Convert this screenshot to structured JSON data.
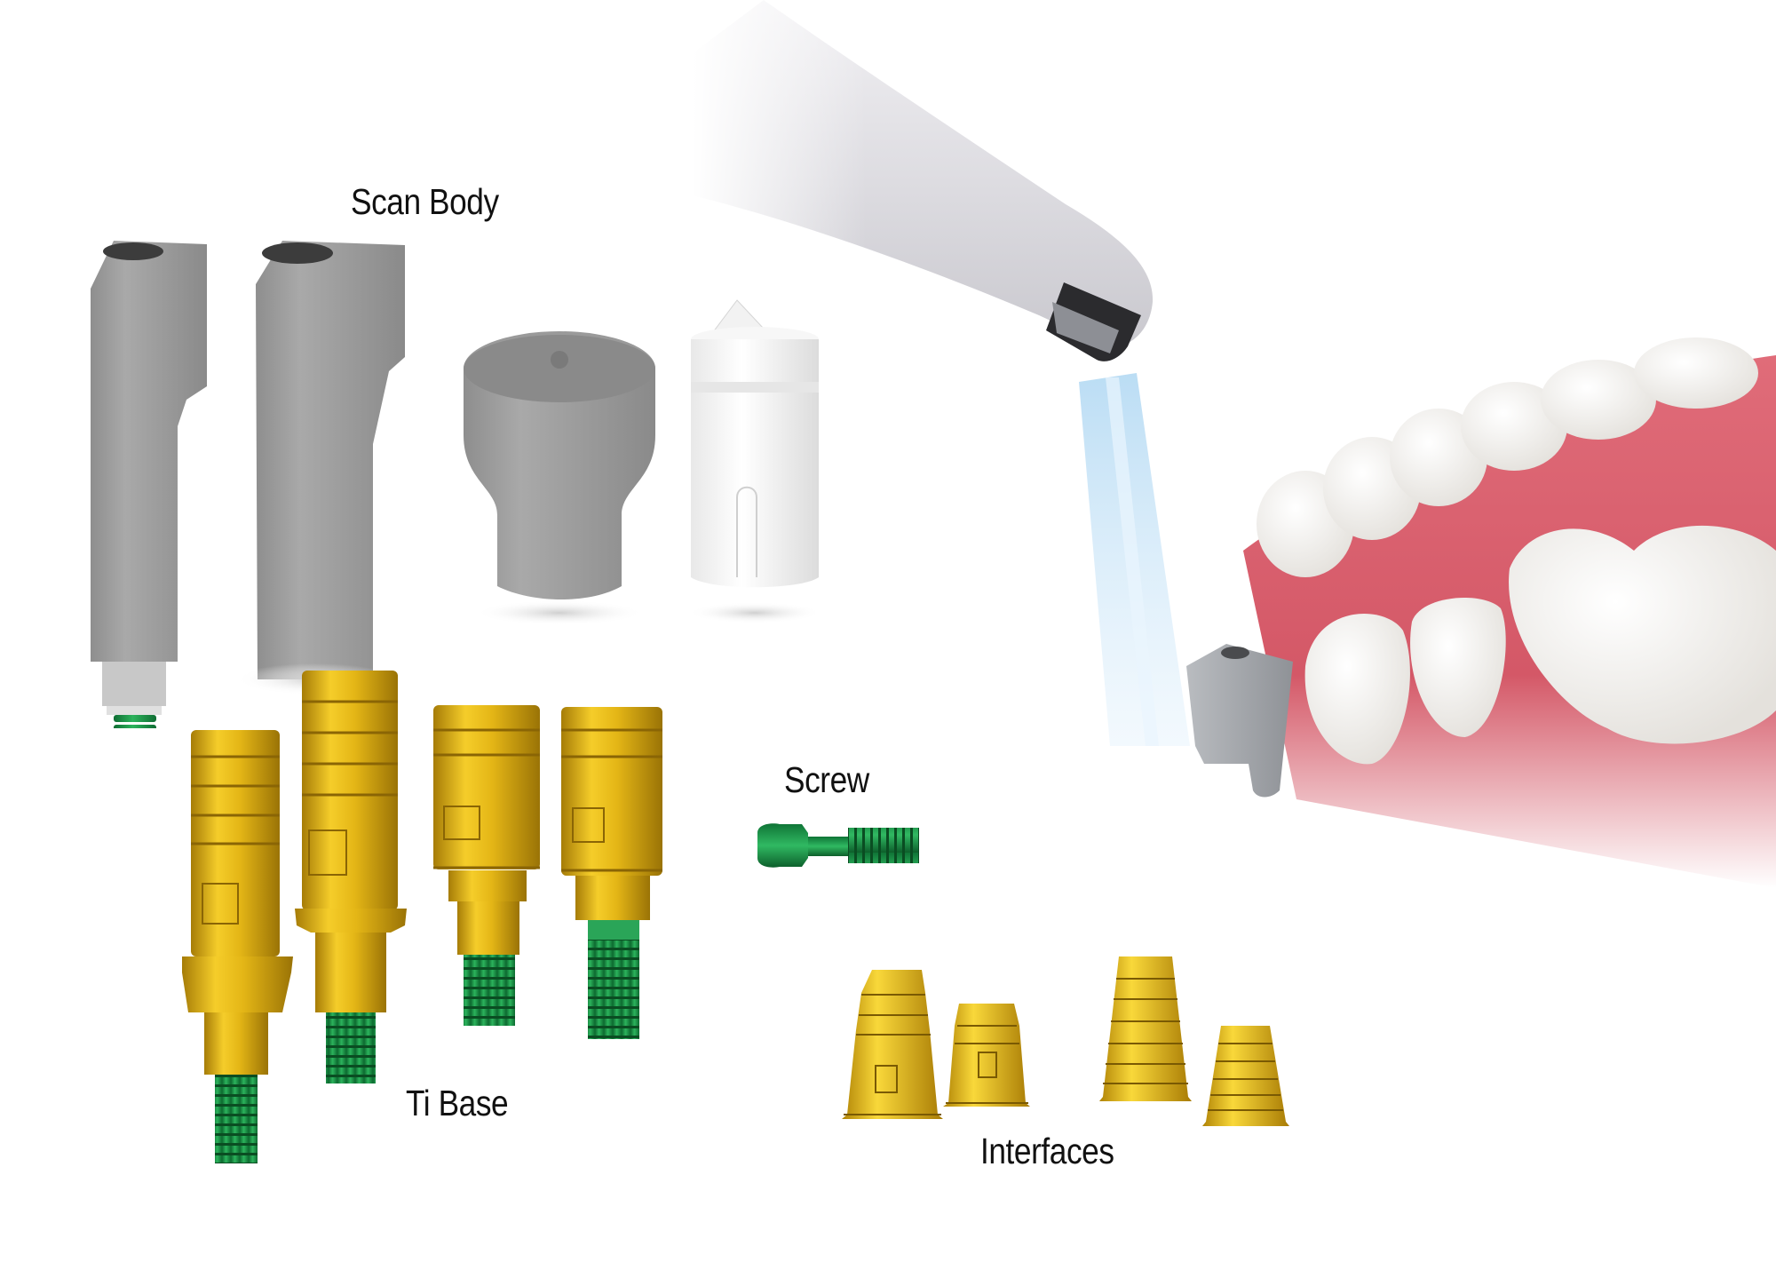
{
  "labels": {
    "scan_body": "Scan Body",
    "ti_base": "Ti Base",
    "screw": "Screw",
    "interfaces": "Interfaces"
  },
  "colors": {
    "background": "#ffffff",
    "text": "#111111",
    "titanium_gray": "#9c9c9c",
    "gold": "#e0b512",
    "screw_green": "#1f9a4a",
    "gum_pink": "#d9606e",
    "tooth_white": "#f4f2ee",
    "scanner_white": "#e6e5e8",
    "scan_light_blue": "#bfe0f4"
  },
  "groups": {
    "scan_body": {
      "count": 4,
      "items": [
        "long-scan-body-with-screw",
        "wide-scan-body",
        "notched-scan-cap",
        "white-scan-cap"
      ]
    },
    "ti_base": {
      "count": 4
    },
    "screw": {
      "count": 1
    },
    "interfaces": {
      "count": 4
    }
  },
  "scene": {
    "description": "intraoral scanner scanning a scan body on a dental arch model"
  }
}
